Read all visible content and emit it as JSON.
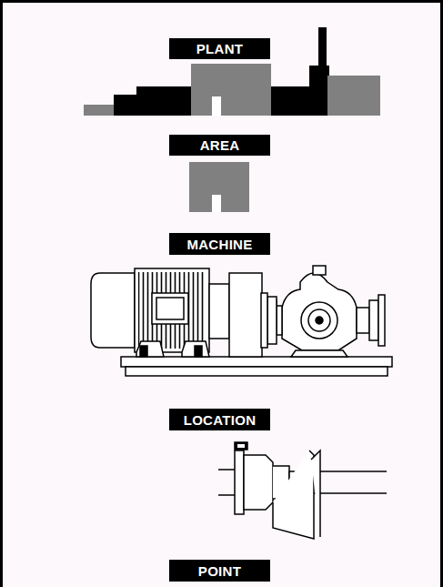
{
  "diagram": {
    "nodes": [
      {
        "text": [
          "PLANT"
        ]
      },
      {
        "text": [
          "AREA"
        ]
      },
      {
        "text": [
          "MACHINE"
        ]
      },
      {
        "text": [
          "LOCATION"
        ]
      },
      {
        "text": [
          "POINT"
        ]
      }
    ]
  }
}
